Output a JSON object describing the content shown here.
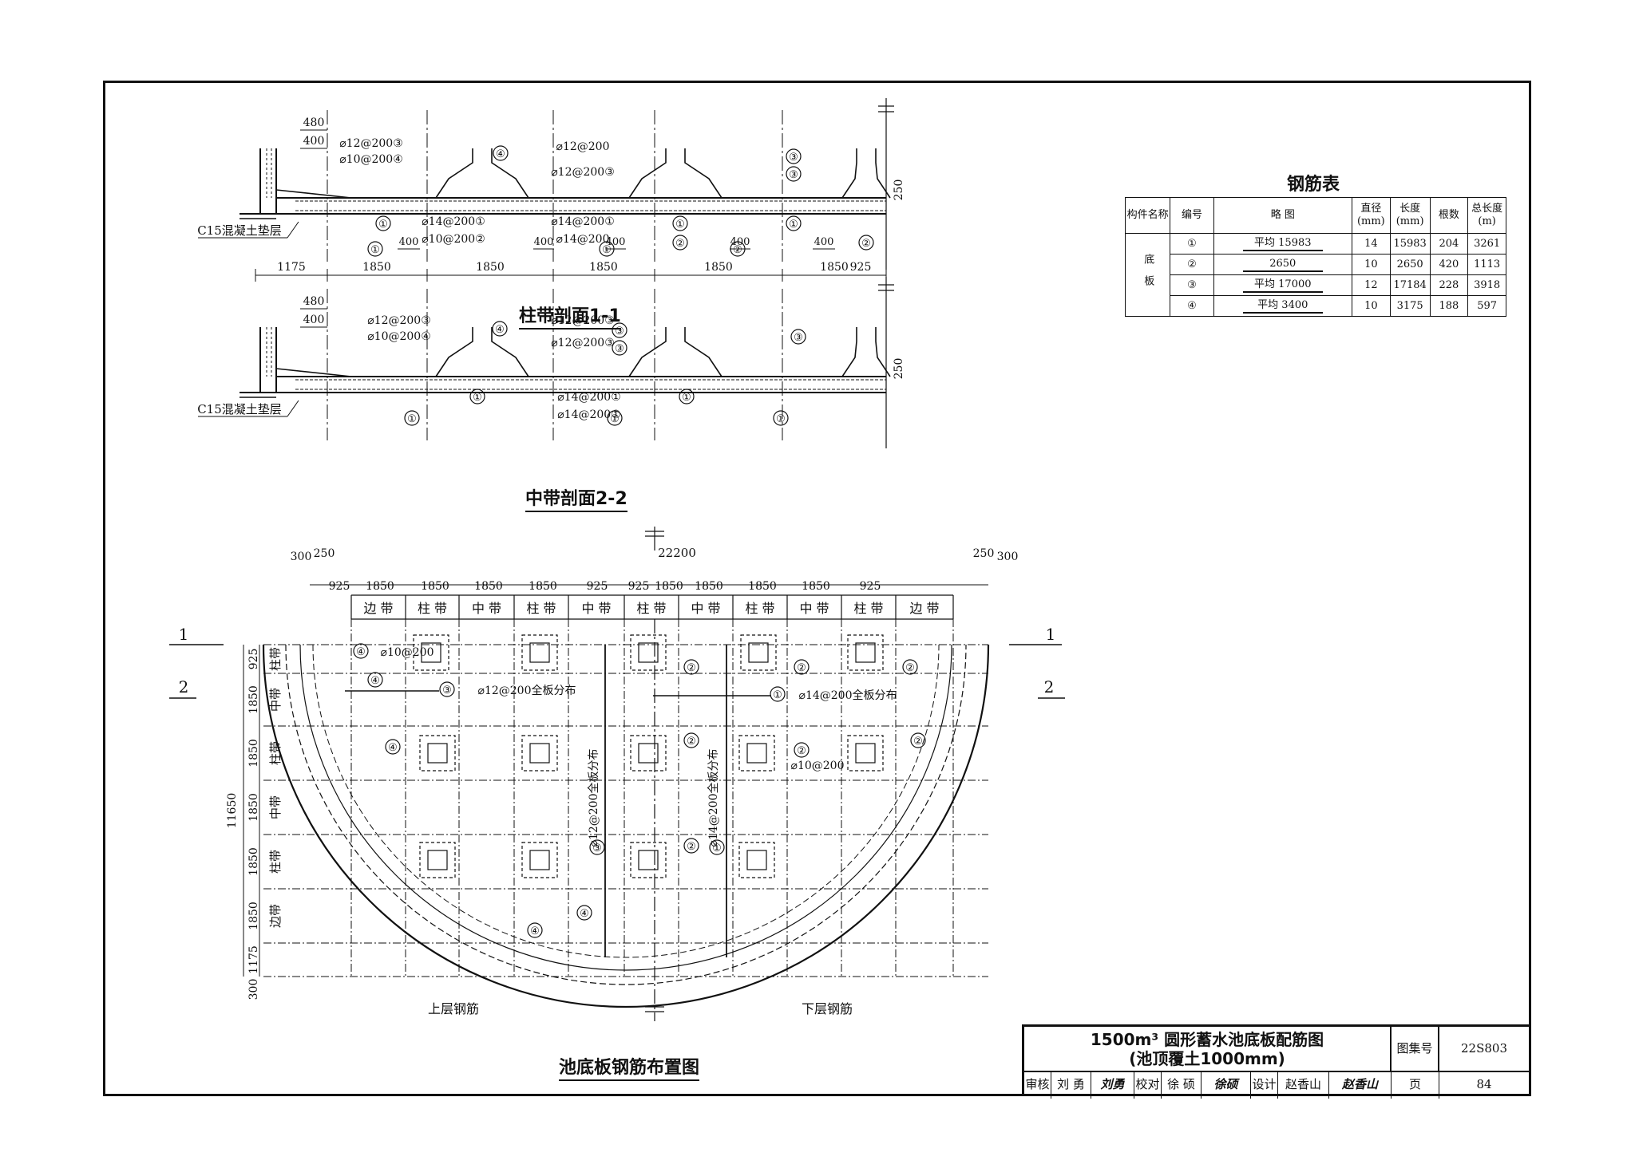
{
  "section_1": {
    "title": "柱带剖面1-1",
    "dims_top": [
      "480",
      "400"
    ],
    "height_dim": "250",
    "cushion_label": "C15混凝土垫层",
    "rebar_labels": [
      "⌀12@200③",
      "⌀10@200④",
      "⌀12@200",
      "⌀12@200③",
      "⌀14@200①",
      "⌀10@200②",
      "⌀14@200①",
      "⌀14@200"
    ],
    "spacing_labels": [
      "400",
      "400",
      "400",
      "400",
      "400"
    ],
    "bottom_dims": [
      "1175",
      "1850",
      "1850",
      "1850",
      "1850",
      "1850",
      "925"
    ],
    "circle_nums": [
      "①",
      "②",
      "③",
      "④"
    ]
  },
  "section_2": {
    "title": "中带剖面2-2",
    "dims_top": [
      "480",
      "400"
    ],
    "height_dim": "250",
    "cushion_label": "C15混凝土垫层",
    "rebar_labels": [
      "⌀12@200③",
      "⌀10@200④",
      "⌀12@200③",
      "⌀12@200③",
      "⌀14@200①",
      "⌀14@200①"
    ]
  },
  "rebar_table": {
    "title": "钢筋表",
    "headers": [
      "构件名称",
      "编号",
      "略 图",
      "直径(mm)",
      "长度(mm)",
      "根数",
      "总长度(m)"
    ],
    "component": "底板",
    "rows": [
      {
        "no": "①",
        "sketch": "平均 15983",
        "dia": "14",
        "len": "15983",
        "count": "204",
        "total": "3261"
      },
      {
        "no": "②",
        "sketch": "2650",
        "dia": "10",
        "len": "2650",
        "count": "420",
        "total": "1113"
      },
      {
        "no": "③",
        "sketch": "平均 17000",
        "dia": "12",
        "len": "17184",
        "count": "228",
        "total": "3918"
      },
      {
        "no": "④",
        "sketch": "平均 3400",
        "dia": "10",
        "len": "3175",
        "count": "188",
        "total": "597"
      }
    ]
  },
  "plan": {
    "title": "池底板钢筋布置图",
    "overall_dim": "22200",
    "edge_dims": [
      "300",
      "250",
      "250",
      "300"
    ],
    "top_dims": [
      "925",
      "1850",
      "1850",
      "1850",
      "1850",
      "925",
      "925",
      "1850",
      "1850",
      "1850",
      "1850",
      "925"
    ],
    "strips": [
      "边 带",
      "柱 带",
      "中 带",
      "柱 带",
      "中 带",
      "柱 带",
      "中 带",
      "柱 带",
      "中 带",
      "柱 带",
      "边 带"
    ],
    "left_dims": [
      "925",
      "1850",
      "1850",
      "1850",
      "1850",
      "1850",
      "1175",
      "300"
    ],
    "left_strips": [
      "柱带",
      "中带",
      "柱带",
      "中带",
      "柱带",
      "边带"
    ],
    "left_total": "11650",
    "section_marks": [
      "1",
      "1",
      "2",
      "2"
    ],
    "notes": [
      "⌀10@200",
      "⌀12@200全板分布",
      "⌀14@200全板分布",
      "⌀10@200",
      "⌀12@200全板分布",
      "⌀14@200全板分布"
    ],
    "upper_label": "上层钢筋",
    "lower_label": "下层钢筋"
  },
  "title_block": {
    "title_line1": "1500m³ 圆形蓄水池底板配筋图",
    "title_line2": "(池顶覆土1000mm)",
    "atlas_label": "图集号",
    "atlas_no": "22S803",
    "page_label": "页",
    "page_no": "84",
    "review_label": "审核",
    "reviewer": "刘 勇",
    "reviewer_sig": "刘勇",
    "check_label": "校对",
    "checker": "徐 硕",
    "checker_sig": "徐硕",
    "design_label": "设计",
    "designer": "赵香山",
    "designer_sig": "赵香山"
  }
}
